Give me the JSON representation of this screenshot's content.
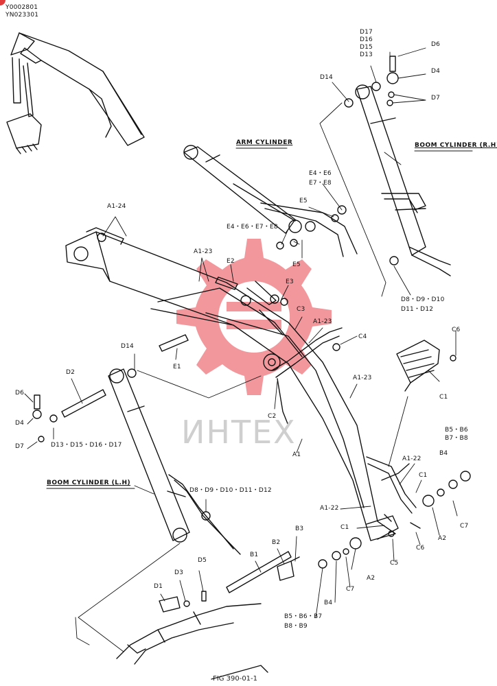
{
  "header": {
    "codes": [
      "Y0002801",
      "YN023301"
    ]
  },
  "figure_label": "FIG 390-01-1",
  "watermark": "ИНТЕХ",
  "captions": {
    "arm_cylinder": "ARM CYLINDER",
    "boom_cylinder_rh": "BOOM CYLINDER (R.H)",
    "boom_cylinder_lh": "BOOM CYLINDER (L.H)"
  },
  "labels": {
    "d17_group": [
      "D17",
      "D16",
      "D15",
      "D13"
    ],
    "d6_top": "D6",
    "d4_top": "D4",
    "d7_top": "D7",
    "d14_top": "D14",
    "e4_group_top": [
      "E4・E6",
      "E7・E8"
    ],
    "e5_top": "E5",
    "e4_group_mid": "E4・E6・E7・E8",
    "e5_mid": "E5",
    "a1_24": "A1-24",
    "a1_23_top": "A1-23",
    "e2": "E2",
    "e3": "E3",
    "c3": "C3",
    "a1_23_mid": "A1-23",
    "c4": "C4",
    "d8_group_right": [
      "D8・D9・D10",
      "D11・D12"
    ],
    "c6_top": "C6",
    "c1_right": "C1",
    "e1": "E1",
    "d14_mid": "D14",
    "c2": "C2",
    "a1_23_right": "A1-23",
    "d2": "D2",
    "d6_left": "D6",
    "d4_left": "D4",
    "d7_left": "D7",
    "d13_group": "D13・D15・D16・D17",
    "a1": "A1",
    "b5_group_right": [
      "B5・B6",
      "B7・B8"
    ],
    "b4_right": "B4",
    "a1_22_top": "A1-22",
    "c1_mid": "C1",
    "d8_group_left": "D8・D9・D10・D11・D12",
    "a1_22_mid": "A1-22",
    "c1_low": "C1",
    "c7_right": "C7",
    "a2_right": "A2",
    "c6_low": "C6",
    "c5": "C5",
    "b3": "B3",
    "b2": "B2",
    "b1": "B1",
    "a2_low": "A2",
    "c7_low": "C7",
    "b4_low": "B4",
    "b5_group_low": [
      "B5・B6・B7",
      "B8・B9"
    ],
    "d5": "D5",
    "d3": "D3",
    "d1": "D1"
  },
  "colors": {
    "ink": "#111111",
    "watermark_red": "#e8424a",
    "watermark_grey": "#cfcfcf"
  }
}
